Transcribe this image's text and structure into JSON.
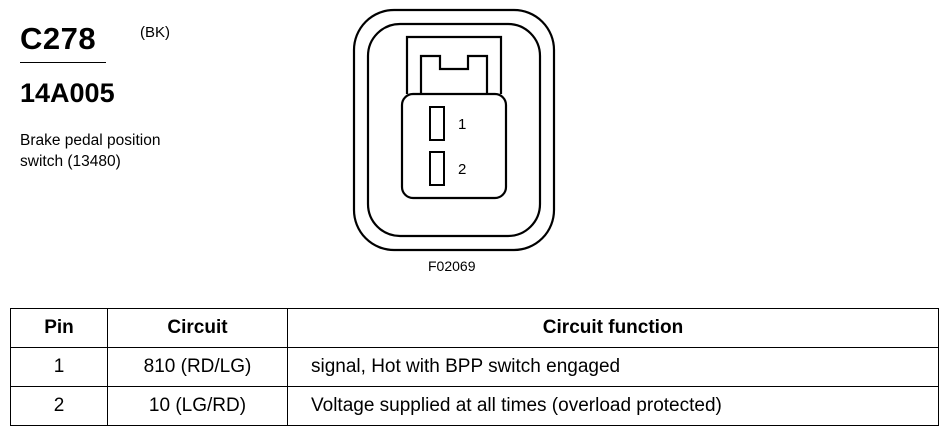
{
  "connector": {
    "id": "C278",
    "color": "(BK)",
    "part_number": "14A005",
    "description_line1": "Brake pedal position",
    "description_line2": "switch (13480)"
  },
  "figure": {
    "id": "F02069",
    "pin_labels": [
      "1",
      "2"
    ]
  },
  "table": {
    "headers": [
      "Pin",
      "Circuit",
      "Circuit function"
    ],
    "rows": [
      {
        "pin": "1",
        "circuit": "810 (RD/LG)",
        "function": "signal, Hot with BPP switch engaged"
      },
      {
        "pin": "2",
        "circuit": "10 (LG/RD)",
        "function": "Voltage supplied at all times (overload protected)"
      }
    ]
  }
}
